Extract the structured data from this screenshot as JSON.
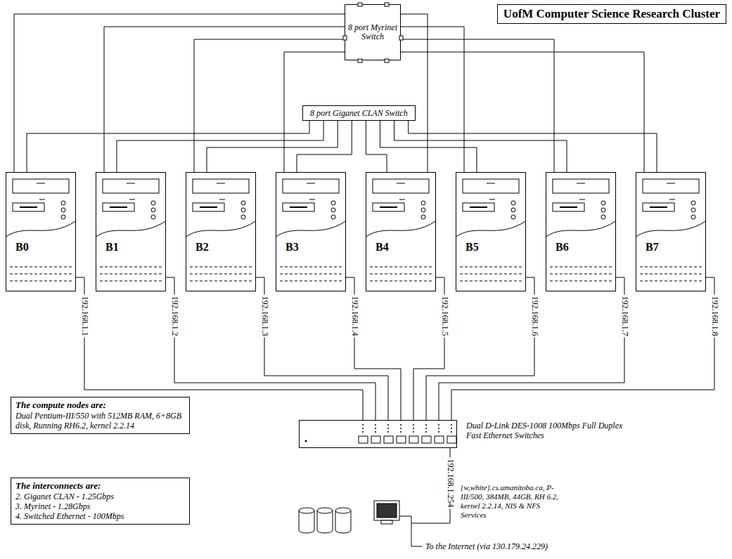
{
  "diagram": {
    "title": "UofM Computer Science Research Cluster",
    "nodes": [
      {
        "text": [
          "8 port Myrinet Switch"
        ]
      },
      {
        "text": [
          "8 port Giganet CLAN Switch"
        ]
      },
      {
        "text": [
          "B0"
        ]
      },
      {
        "text": [
          "B1"
        ]
      },
      {
        "text": [
          "B2"
        ]
      },
      {
        "text": [
          "B3"
        ]
      },
      {
        "text": [
          "B4"
        ]
      },
      {
        "text": [
          "B5"
        ]
      },
      {
        "text": [
          "B6"
        ]
      },
      {
        "text": [
          "B7"
        ]
      },
      {
        "text": [
          "The compute nodes are:",
          "Dual Pentium-III/550 with 512MB RAM, 6+8GB disk, Running RH6.2, kernel 2.2.14"
        ]
      },
      {
        "text": [
          "Dual D-Link DES-1008 100Mbps Full Duplex Fast Ethernet Switches"
        ]
      },
      {
        "text": [
          "The interconnects are:",
          "2. Giganet CLAN - 1.25Gbps",
          "3. Myrinet - 1.28Gbps",
          "4. Switched Ethernet - 100Mbps"
        ]
      },
      {
        "text": [
          "{w,white}.cs.umanitoba.ca, P-III/500, 384MB, 44GB, RH 6.2, kernel 2.2.14, NIS & NFS Services"
        ]
      }
    ],
    "edges": [
      {
        "from": 2,
        "to": 0,
        "arrow": "none"
      },
      {
        "from": 3,
        "to": 0,
        "arrow": "none"
      },
      {
        "from": 4,
        "to": 0,
        "arrow": "none"
      },
      {
        "from": 5,
        "to": 0,
        "arrow": "none"
      },
      {
        "from": 6,
        "to": 0,
        "arrow": "none"
      },
      {
        "from": 7,
        "to": 0,
        "arrow": "none"
      },
      {
        "from": 8,
        "to": 0,
        "arrow": "none"
      },
      {
        "from": 9,
        "to": 0,
        "arrow": "none"
      },
      {
        "from": 2,
        "to": 1,
        "arrow": "none"
      },
      {
        "from": 3,
        "to": 1,
        "arrow": "none"
      },
      {
        "from": 4,
        "to": 1,
        "arrow": "none"
      },
      {
        "from": 5,
        "to": 1,
        "arrow": "none"
      },
      {
        "from": 6,
        "to": 1,
        "arrow": "none"
      },
      {
        "from": 7,
        "to": 1,
        "arrow": "none"
      },
      {
        "from": 8,
        "to": 1,
        "arrow": "none"
      },
      {
        "from": 9,
        "to": 1,
        "arrow": "none"
      },
      {
        "from": 2,
        "to": 11,
        "label": "192.168.1.1",
        "arrow": "none"
      },
      {
        "from": 3,
        "to": 11,
        "label": "192.168.1.2",
        "arrow": "none"
      },
      {
        "from": 4,
        "to": 11,
        "label": "192.168.1.3",
        "arrow": "none"
      },
      {
        "from": 5,
        "to": 11,
        "label": "192.168.1.4",
        "arrow": "none"
      },
      {
        "from": 6,
        "to": 11,
        "label": "192.168.1.5",
        "arrow": "none"
      },
      {
        "from": 7,
        "to": 11,
        "label": "192.168.1.6",
        "arrow": "none"
      },
      {
        "from": 8,
        "to": 11,
        "label": "192.168.1.7",
        "arrow": "none"
      },
      {
        "from": 9,
        "to": 11,
        "label": "192.168.1.8",
        "arrow": "none"
      },
      {
        "from": 11,
        "to": 13,
        "label": "192.168.1.254",
        "arrow": "none"
      }
    ],
    "labels": [
      "To the Internet (via 130.179.24.229)"
    ]
  }
}
